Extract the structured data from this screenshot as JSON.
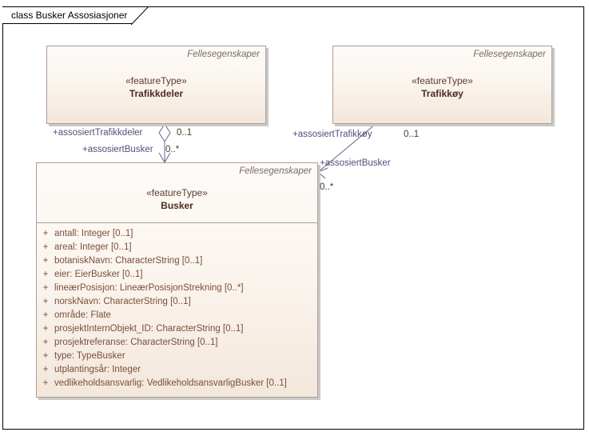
{
  "diagram": {
    "title": "class Busker Assosiasjoner"
  },
  "classes": [
    {
      "id": "trafikkdeler",
      "package": "Fellesegenskaper",
      "stereotype": "«featureType»",
      "name": "Trafikkdeler"
    },
    {
      "id": "trafikkoy",
      "package": "Fellesegenskaper",
      "stereotype": "«featureType»",
      "name": "Trafikkøy"
    },
    {
      "id": "busker",
      "package": "Fellesegenskaper",
      "stereotype": "«featureType»",
      "name": "Busker",
      "attributes": [
        {
          "visibility": "+",
          "text": "antall: Integer [0..1]"
        },
        {
          "visibility": "+",
          "text": "areal: Integer [0..1]"
        },
        {
          "visibility": "+",
          "text": "botaniskNavn: CharacterString [0..1]"
        },
        {
          "visibility": "+",
          "text": "eier: EierBusker [0..1]"
        },
        {
          "visibility": "+",
          "text": "lineærPosisjon: LineærPosisjonStrekning [0..*]"
        },
        {
          "visibility": "+",
          "text": "norskNavn: CharacterString [0..1]"
        },
        {
          "visibility": "+",
          "text": "område: Flate"
        },
        {
          "visibility": "+",
          "text": "prosjektInternObjekt_ID: CharacterString [0..1]"
        },
        {
          "visibility": "+",
          "text": "prosjektreferanse: CharacterString [0..1]"
        },
        {
          "visibility": "+",
          "text": "type: TypeBusker"
        },
        {
          "visibility": "+",
          "text": "utplantingsår: Integer"
        },
        {
          "visibility": "+",
          "text": "vedlikeholdsansvarlig: VedlikeholdsansvarligBusker [0..1]"
        }
      ]
    }
  ],
  "associations": [
    {
      "id": "trafikkdeler-busker",
      "source_role": "+assosiertTrafikkdeler",
      "source_multiplicity": "0..1",
      "target_role": "+assosiertBusker",
      "target_multiplicity": "0..*"
    },
    {
      "id": "trafikkoy-busker",
      "source_role": "+assosiertTrafikkøy",
      "source_multiplicity": "0..1",
      "target_role": "+assosiertBusker",
      "target_multiplicity": "0..*"
    }
  ],
  "colors": {
    "class_border": "#b09a96",
    "class_fill_top": "#fdfbf8",
    "class_fill_bottom": "#f3e7db",
    "attribute_text": "#7a4f3a",
    "role_label_text": "#5a4a7a",
    "package_label_text": "#7a6a60",
    "connector_line": "#6b5f8a",
    "frame_border": "#000000"
  }
}
